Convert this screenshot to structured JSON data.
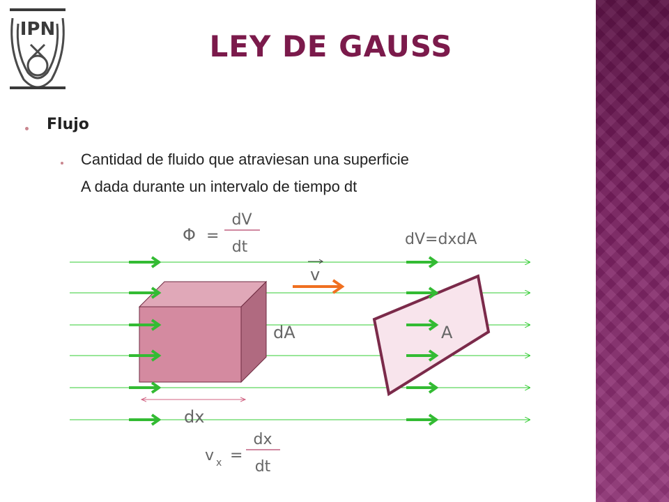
{
  "slide": {
    "title": "LEY DE GAUSS",
    "logo_text": "IPN",
    "bullets": {
      "level1": "Flujo",
      "level2_line1": "Cantidad de fluido que atraviesan una superficie",
      "level2_line2": "A dada durante un intervalo de tiempo dt"
    }
  },
  "diagram": {
    "phi_symbol": "Φ",
    "equals": "=",
    "flux_numerator": "dV",
    "flux_denominator": "dt",
    "volume_equation": "dV=dxdA",
    "velocity_label": "v",
    "area_element_label": "dA",
    "area_label": "A",
    "dx_label": "dx",
    "vx_symbol": "v",
    "vx_subscript": "x",
    "vx_numerator": "dx",
    "vx_denominator": "dt"
  },
  "colors": {
    "title": "#7b1a4b",
    "side_panel": "#7a1f60",
    "field_lines": "#33cc33",
    "field_arrows": "#33bb33",
    "cube_front": "#d48aa0",
    "cube_side": "#b06a80",
    "cube_top": "#e0a8b8",
    "cube_edge": "#6e2a40",
    "surface_fill": "#f8e4ec",
    "surface_edge": "#7b2a4a",
    "velocity_arrow": "#f07020",
    "text_gray": "#666666"
  },
  "icons": [
    "ipn-logo-icon",
    "bullet-icon",
    "velocity-arrow-icon",
    "field-arrow-icon",
    "double-arrow-icon"
  ]
}
